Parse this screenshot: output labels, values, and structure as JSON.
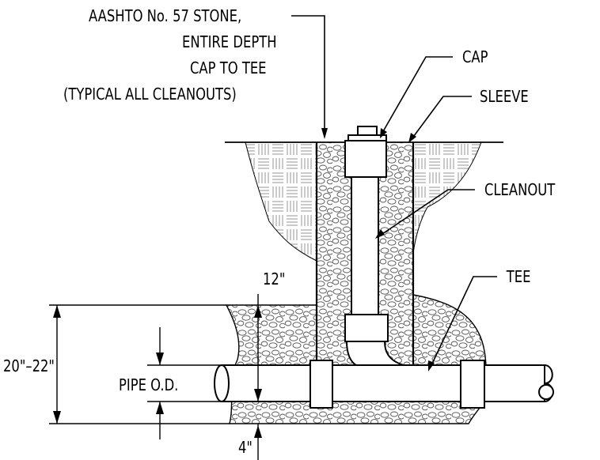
{
  "callouts": {
    "stone_line1": "AASHTO No. 57 STONE,",
    "stone_line2": "ENTIRE DEPTH",
    "stone_line3": "CAP TO TEE",
    "stone_line4": "(TYPICAL ALL CLEANOUTS)",
    "cap": "CAP",
    "sleeve": "SLEEVE",
    "cleanout": "CLEANOUT",
    "tee": "TEE"
  },
  "dimensions": {
    "cover": "12\"",
    "trench_depth": "20\"–22\"",
    "pipe_od": "PIPE O.D.",
    "bedding": "4\""
  },
  "icons": {
    "arrowhead": "filled-arrowhead",
    "soil_hatch": "basket-weave-hatch",
    "stone_fill": "aggregate-stone-fill"
  }
}
